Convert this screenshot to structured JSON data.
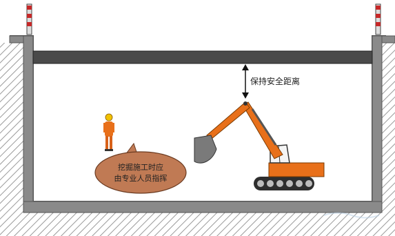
{
  "annotations": {
    "safety_distance": "保持安全距离",
    "speech_line1": "挖掘施工时应",
    "speech_line2": "由专业人员指挥"
  },
  "colors": {
    "excavator": "#e8701a",
    "worker": "#e8701a",
    "pipe": "#4a4a4a",
    "wall": "#8a8a8a",
    "bubble": "#c07a54"
  },
  "icons": {
    "left_marker": "warning-post-icon",
    "right_marker": "warning-post-icon",
    "worker": "worker-figure-icon",
    "excavator": "excavator-icon"
  }
}
